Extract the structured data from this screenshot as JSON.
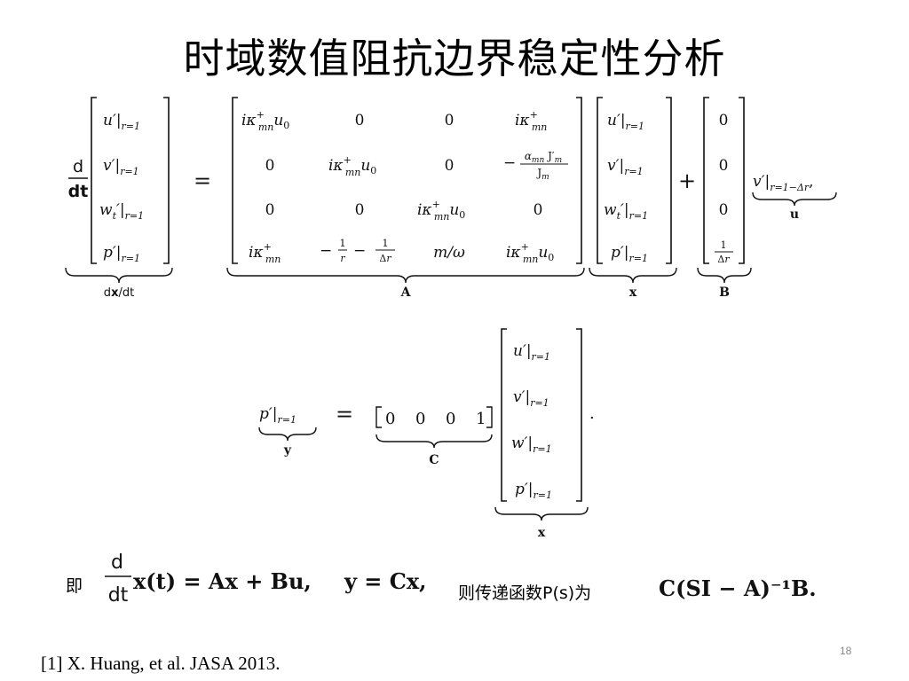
{
  "slide": {
    "title": "时域数值阻抗边界稳定性分析",
    "page_number": "18",
    "reference": "[1] X. Huang, et al. JASA 2013.",
    "ji_label": "即",
    "transfer_text": "则传递函数P(s)为"
  },
  "equation1": {
    "lhs_d": "d",
    "lhs_dt": "dt",
    "lhs_vector": [
      "u′|r=1",
      "v′|r=1",
      "wt′|r=1",
      "p′|r=1"
    ],
    "lhs_brace_label": "dx/dt",
    "equals": "=",
    "matrix_A": [
      [
        "iκ+mn u0",
        "0",
        "0",
        "iκ+mn"
      ],
      [
        "0",
        "iκ+mn u0",
        "0",
        "−αmn J′m / Jm"
      ],
      [
        "0",
        "0",
        "iκ+mn u0",
        "0"
      ],
      [
        "iκ+mn",
        "−1/r − 1/Δr",
        "m/ω",
        "iκ+mn u0"
      ]
    ],
    "A_label": "A",
    "x_vector": [
      "u′|r=1",
      "v′|r=1",
      "wt′|r=1",
      "p′|r=1"
    ],
    "x_label": "x",
    "plus": "+",
    "B_vector": [
      "0",
      "0",
      "0",
      "1/Δr"
    ],
    "B_label": "B",
    "u_term": "v′|r=1−Δr,",
    "u_label": "u"
  },
  "equation2": {
    "lhs": "p′|r=1",
    "lhs_label": "y",
    "equals": "=",
    "C_row": [
      "0",
      "0",
      "0",
      "1"
    ],
    "C_label": "C",
    "x_vector": [
      "u′|r=1",
      "v′|r=1",
      "w′|r=1",
      "p′|r=1"
    ],
    "x_label": "x",
    "period": "."
  },
  "equation3": {
    "d": "d",
    "dt": "dt",
    "state_eq": "x(t) = Ax + Bu,",
    "output_eq": "y = Cx,",
    "transfer": "C(SI − A)⁻¹B."
  }
}
